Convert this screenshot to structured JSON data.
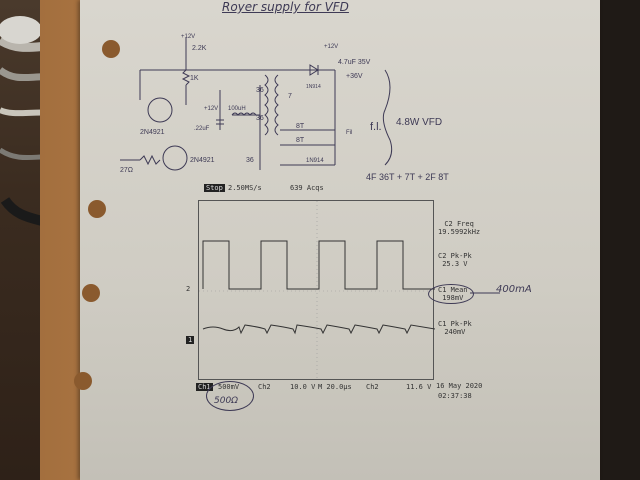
{
  "title": "Royer supply for VFD",
  "schematic": {
    "supply_top": "+12V",
    "r1": "2.2K",
    "r2": "1K",
    "r3": "27Ω",
    "q1": "2N4921",
    "q2": "2N4921",
    "supply_mid": "+12V",
    "inductor": "100uH",
    "cap": ".22uF",
    "w1": "36",
    "w2": "36",
    "w3": "36",
    "w4": "7",
    "w5": "8T",
    "w6": "8T",
    "supply_right": "+12V",
    "cap_out": "4.7uF 35V",
    "v_out": "+36V",
    "diode1": "1N914",
    "diode2": "1N914",
    "fil": "f.l.",
    "fil_small": "Fil",
    "load": "4.8W VFD",
    "winding_note": "4F 36T + 7T + 2F 8T"
  },
  "scope": {
    "status": "Stop",
    "sample_rate": "2.50MS/s",
    "acqs": "639 Acqs",
    "m_c2_freq_label": "C2 Freq",
    "m_c2_freq_value": "19.5992kHz",
    "m_c2_pk_label": "C2 Pk-Pk",
    "m_c2_pk_value": "25.3 V",
    "m_c1_mean_label": "C1 Mean",
    "m_c1_mean_value": "198mV",
    "m_c1_pkpk_label": "C1 Pk-Pk",
    "m_c1_pkpk_value": "240mV",
    "ch1_marker": "1",
    "ch2_marker": "2",
    "ch1_tag": "Ch1",
    "ch1_scale": "500mV",
    "ch2_tag": "Ch2",
    "ch2_scale": "10.0 V",
    "timebase": "M 20.0µs",
    "trig_src": "Ch2",
    "trig_level": "11.6 V",
    "date": "16 May 2020",
    "time": "02:37:38"
  },
  "notes": {
    "current": "400mA",
    "ohm": "500Ω"
  }
}
